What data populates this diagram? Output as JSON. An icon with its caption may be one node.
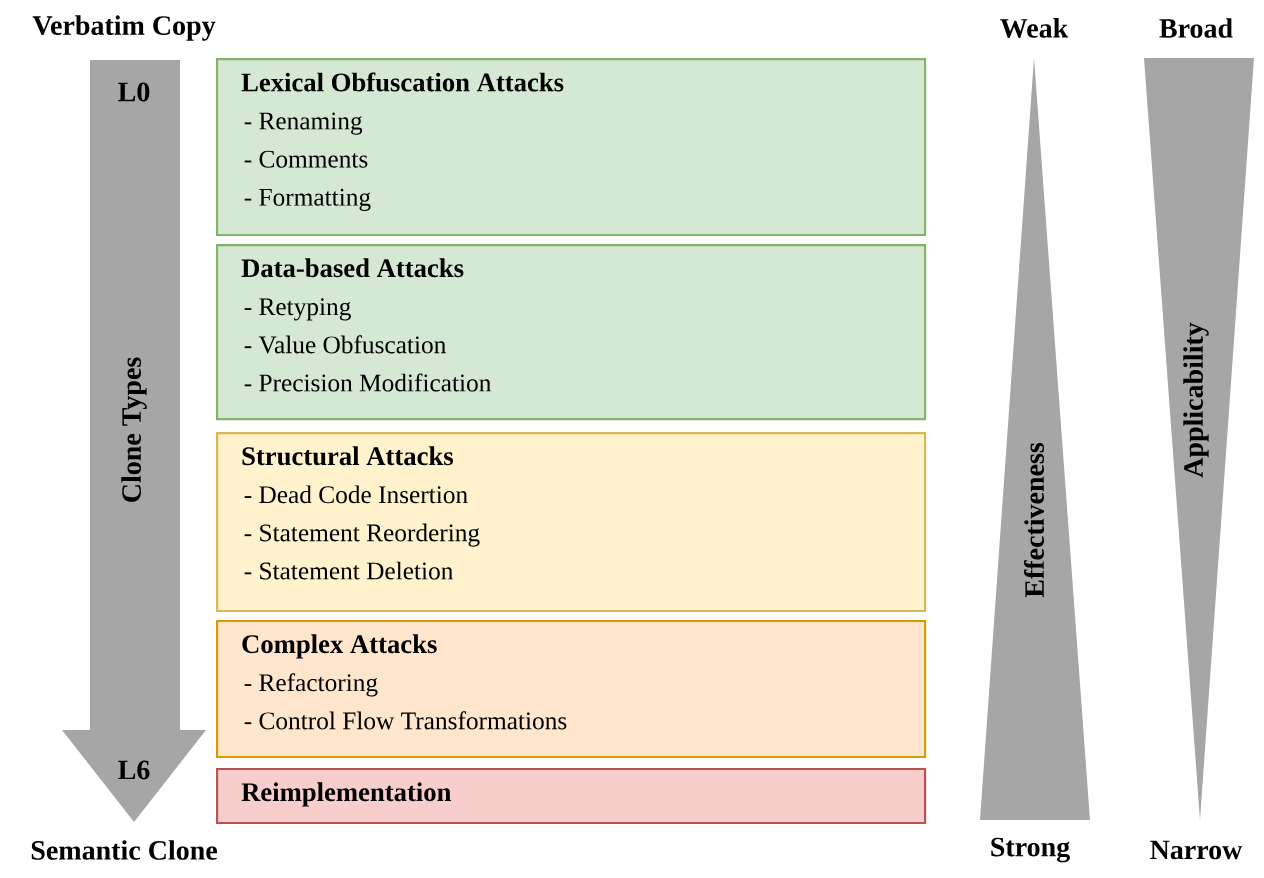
{
  "diagram": {
    "nodes": [
      {
        "text": [
          "Lexical Obfuscation Attacks",
          "- Renaming",
          "- Comments",
          "- Formatting"
        ]
      },
      {
        "text": [
          "Data-based Attacks",
          "- Retyping",
          "- Value Obfuscation",
          "- Precision Modification"
        ]
      },
      {
        "text": [
          "Structural Attacks",
          "- Dead Code Insertion",
          "- Statement Reordering",
          "- Statement Deletion"
        ]
      },
      {
        "text": [
          "Complex Attacks",
          "- Refactoring",
          "- Control Flow Transformations"
        ]
      },
      {
        "text": [
          "Reimplementation"
        ]
      },
      {
        "text": [
          "L0",
          "Clone Types",
          "L6"
        ],
        "beside": [
          "Verbatim Copy",
          "Semantic Clone"
        ]
      },
      {
        "text": [
          "Effectiveness"
        ],
        "beside": [
          "Weak",
          "Strong"
        ]
      },
      {
        "text": [
          "Applicability"
        ],
        "beside": [
          "Broad",
          "Narrow"
        ]
      }
    ]
  }
}
